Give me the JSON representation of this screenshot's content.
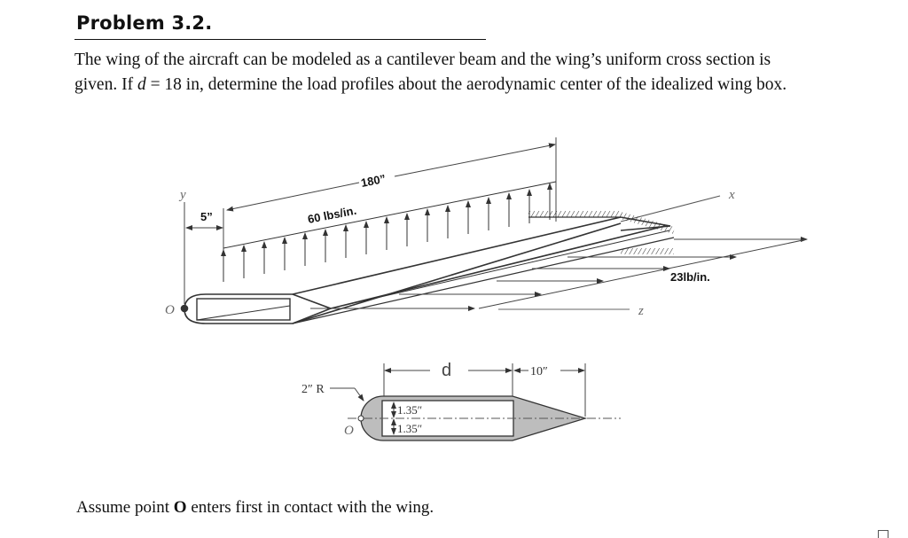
{
  "problem": {
    "title": "Problem 3.2.",
    "statement_line1": "The wing of the aircraft can be modeled as a cantilever beam and the wing’s uniform cross section is",
    "statement_line2_pre": "given. If ",
    "statement_var": "d",
    "statement_line2_post": " = 18 in, determine the load profiles about the aerodynamic center of the idealized wing box.",
    "footer_pre": "Assume point ",
    "footer_bold": "O",
    "footer_post": " enters first in contact with the wing."
  },
  "figure": {
    "wing_view": {
      "axis_y": "y",
      "axis_x": "x",
      "axis_z": "z",
      "origin": "O",
      "offset_label": "5”",
      "span_label": "180”",
      "lift_load_label": "60 lbs/in.",
      "drag_load_label": "23lb/in."
    },
    "cross_section": {
      "width_label": "d",
      "tail_label": "10″",
      "radius_label": "2″ R",
      "half_height_top": "1.35″",
      "half_height_bottom": "1.35″",
      "origin": "O"
    }
  },
  "colors": {
    "text": "#111111",
    "line": "#333333",
    "section_fill": "#bdbdbd",
    "axis_label": "#666666"
  }
}
